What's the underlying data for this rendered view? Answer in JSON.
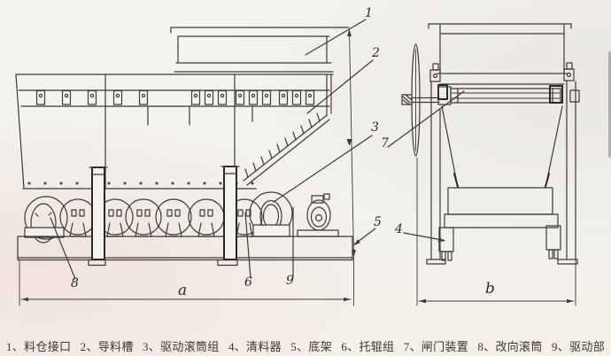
{
  "figure": {
    "kind": "scanned technical line drawing of a belt feeder, side view and end view",
    "views": {
      "side_view_letter": "a",
      "end_view_letter": "b"
    },
    "callouts": {
      "c1": "1",
      "c2": "2",
      "c3": "3",
      "c4": "4",
      "c5": "5",
      "c6": "6",
      "c7": "7",
      "c8": "8",
      "c9": "9"
    },
    "parts": [
      {
        "num": "1",
        "name": "料仓接口",
        "label": "1、料仓接口"
      },
      {
        "num": "2",
        "name": "导料槽",
        "label": "2、导料槽"
      },
      {
        "num": "3",
        "name": "驱动滚筒组",
        "label": "3、驱动滚筒组"
      },
      {
        "num": "4",
        "name": "清料器",
        "label": "4、清料器"
      },
      {
        "num": "5",
        "name": "底架",
        "label": "5、底架"
      },
      {
        "num": "6",
        "name": "托辊组",
        "label": "6、托辊组"
      },
      {
        "num": "7",
        "name": "闸门装置",
        "label": "7、闸门装置"
      },
      {
        "num": "8",
        "name": "改向滚筒",
        "label": "8、改向滚筒"
      },
      {
        "num": "9",
        "name": "驱动部",
        "label": "9、驱动部"
      }
    ],
    "colors": {
      "paper": "#f4f2ee",
      "ink": "#3e3a35"
    }
  }
}
